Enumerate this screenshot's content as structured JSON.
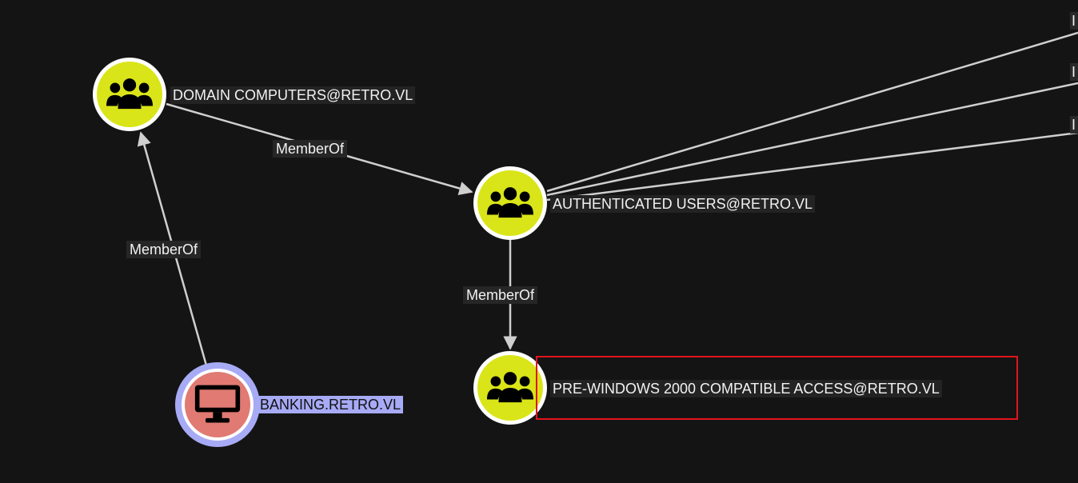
{
  "colors": {
    "background": "#141414",
    "group_node_fill": "#d9e518",
    "computer_node_fill": "#e07a73",
    "computer_node_ring": "#a7aaf5",
    "edge_color": "#cfcfcf",
    "highlight": "#e3141b"
  },
  "nodes": [
    {
      "id": "domain-computers",
      "label": "DOMAIN COMPUTERS@RETRO.VL",
      "icon": "users-group-icon"
    },
    {
      "id": "authenticated-users",
      "label": "AUTHENTICATED USERS@RETRO.VL",
      "icon": "users-group-icon"
    },
    {
      "id": "pre-windows-2000",
      "label": "PRE-WINDOWS 2000 COMPATIBLE ACCESS@RETRO.VL",
      "icon": "users-group-icon"
    },
    {
      "id": "banking",
      "label": "BANKING.RETRO.VL",
      "icon": "computer-monitor-icon",
      "selected": true
    }
  ],
  "edges": [
    {
      "from": "banking",
      "to": "domain-computers",
      "label": "MemberOf"
    },
    {
      "from": "domain-computers",
      "to": "authenticated-users",
      "label": "MemberOf"
    },
    {
      "from": "authenticated-users",
      "to": "pre-windows-2000",
      "label": "MemberOf"
    }
  ],
  "offscreen_stub_char": "I"
}
